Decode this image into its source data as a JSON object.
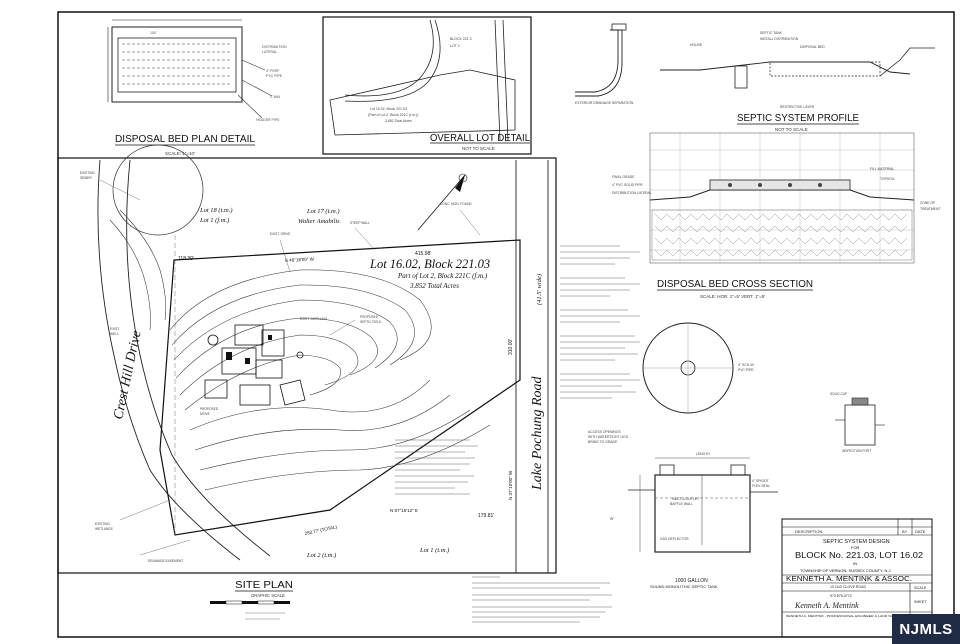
{
  "titles": {
    "disposal_bed_plan": "DISPOSAL BED PLAN DETAIL",
    "disposal_bed_plan_scale": "SCALE: 1\"=10'",
    "overall_lot": "OVERALL LOT DETAIL",
    "overall_lot_scale": "NOT TO SCALE",
    "septic_profile": "SEPTIC SYSTEM PROFILE",
    "septic_profile_scale": "NOT TO SCALE",
    "bed_cross_section": "DISPOSAL BED CROSS SECTION",
    "bed_cross_section_scale": "SCALE: HOR. 1\"=5' VERT. 1\"=5'",
    "site_plan": "SITE PLAN",
    "site_plan_scale": "GRAPHIC SCALE",
    "septic_tank": "1000 GALLON",
    "septic_tank_sub": "SOUND MONOLITHIC SEPTIC TANK"
  },
  "site_plan": {
    "lot_label": "Lot 16.02, Block 221.03",
    "lot_sub": "Part of Lot 2, Block 221C (f.m.)",
    "lot_area": "3.852 Total Acres",
    "road_crest": "Crest Hill Drive",
    "road_pochung": "Lake Pochung Road",
    "road_width": "(41.5' wide)",
    "lot_18": "Lot 18 (t.m.)",
    "lot_1": "Lot 1 (f.m.)",
    "lot_17": "Lot 17 (t.m.)",
    "lot_17_owner": "Walter Amabilis",
    "lot_2": "Lot 2 (t.m.)",
    "lot_1b": "Lot 1 (t.m.)",
    "dim_top": "415.98'",
    "dim_left": "118.39'",
    "dim_right": "310.00'",
    "dim_bottom": "179.81'",
    "bearing_top": "S 49°18'00\" W",
    "bearing_right": "N 37°10'00\" W",
    "bearing_bottom": "N 57°16'12\" E",
    "dim_total": "253.77' (TOTAL)"
  },
  "title_block": {
    "description_hdr": "DESCRIPTION",
    "by_hdr": "BY",
    "date_hdr": "DATE",
    "design": "SEPTIC SYSTEM DESIGN",
    "for": "FOR",
    "block_lot": "BLOCK No. 221.03, LOT 16.02",
    "in": "IN",
    "township": "TOWNSHIP OF VERNON, SUSSEX COUNTY, N.J.",
    "firm": "KENNETH A. MENTINK & ASSOC.",
    "address": "10 OLD CLOVE ROAD",
    "phone": "973 875-0772",
    "signature": "Kenneth A. Mentink",
    "engineer": "KENNETH A. MENTINK - PROFESSIONAL ENGINEER & LAND SURVEYOR",
    "scale": "SCALE",
    "sheet": "SHEET"
  },
  "watermark": "NJMLS",
  "colors": {
    "ink": "#111111",
    "paper": "#ffffff",
    "watermark_bg": "#1f2a44"
  }
}
